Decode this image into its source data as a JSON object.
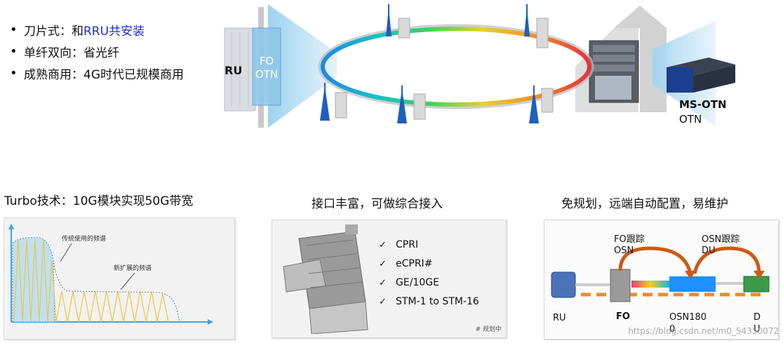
{
  "bullets": [
    {
      "prefix": "刀片式：和",
      "highlight": "RRU共安装"
    },
    {
      "prefix": "单纤双向：省光纤",
      "highlight": ""
    },
    {
      "prefix": "成熟商用：4G时代已规模商用",
      "highlight": ""
    }
  ],
  "top_diagram": {
    "ru_label": "RU",
    "fo_label": "FO OTN",
    "ms_otn_label": "MS-OTN",
    "otn_label": "OTN"
  },
  "sections": {
    "turbo": {
      "title": "Turbo技术：10G模块实现50G带宽",
      "traditional_label": "传统使用的频谱",
      "new_label": "新扩展的频谱"
    },
    "interface": {
      "title": "接口丰富，可做综合接入",
      "items": [
        "CPRI",
        "eCPRI#",
        "GE/10GE",
        "STM-1 to STM-16"
      ],
      "note": "# 规划中"
    },
    "noplan": {
      "title": "免规划，远端自动配置，易维护",
      "fo_track": "FO跟踪 OSN",
      "osn_track": "OSN跟踪 DU",
      "ru": "RU",
      "fo": "FO",
      "osn": "OSN1800",
      "du": "DU"
    }
  },
  "watermark": "https://blog.csdn.net/m0_54350072",
  "colors": {
    "accent": "#1c2fd6",
    "orange": "#f08a24",
    "arrow": "#cc5a14",
    "blue_box": "#1e90ff",
    "axis": "#3ba5e6"
  }
}
